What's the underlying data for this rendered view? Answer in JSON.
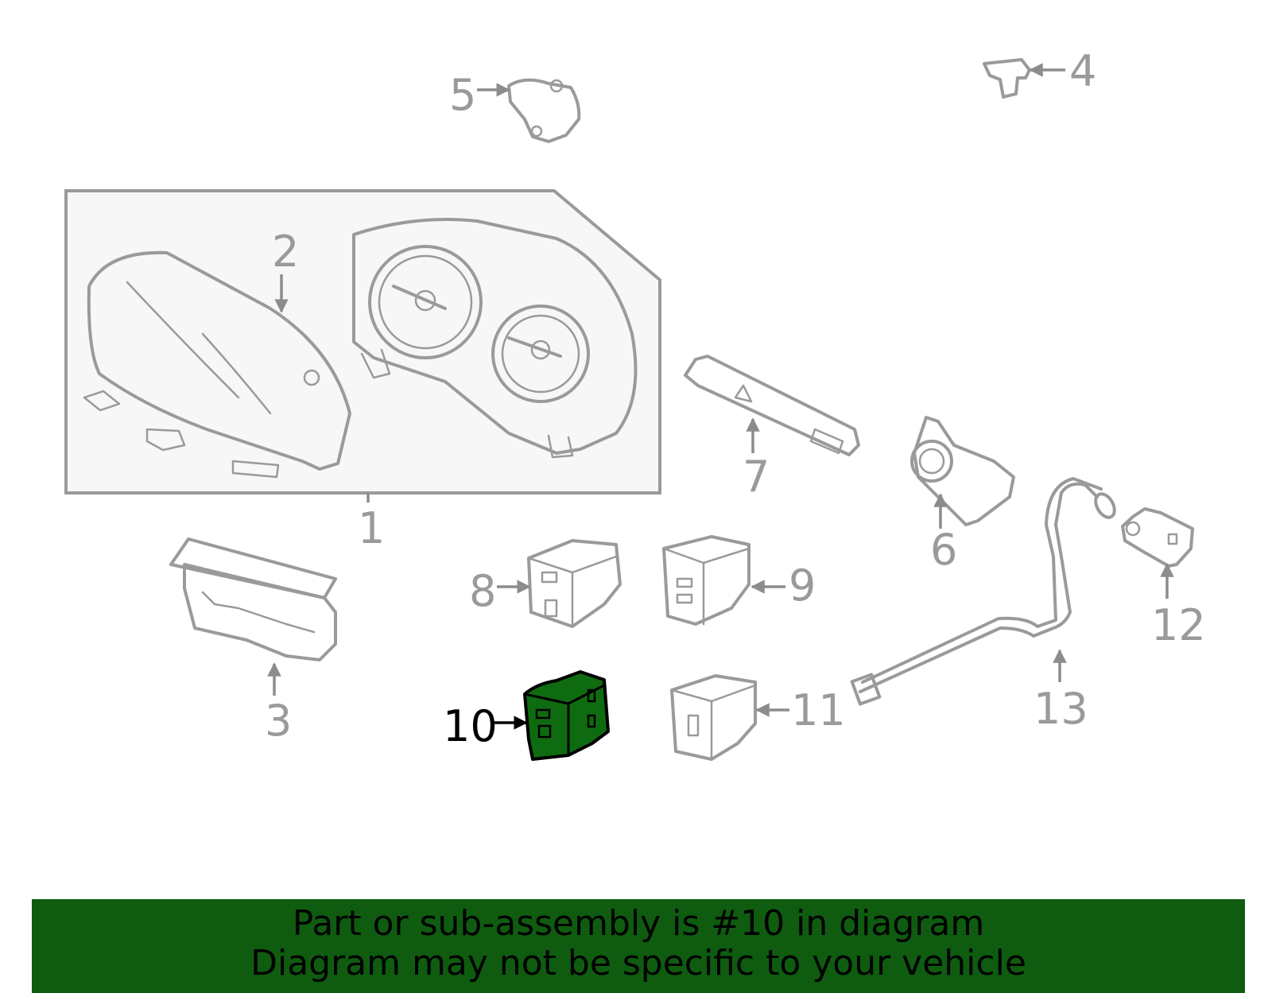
{
  "callouts": {
    "c1": "1",
    "c2": "2",
    "c3": "3",
    "c4": "4",
    "c5": "5",
    "c6": "6",
    "c7": "7",
    "c8": "8",
    "c9": "9",
    "c10": "10",
    "c11": "11",
    "c12": "12",
    "c13": "13"
  },
  "highlight": {
    "callout": "10",
    "color": "#0f6b10"
  },
  "banner": {
    "line1": "Part or sub-assembly is #10 in diagram",
    "line2": "Diagram may not be specific to your vehicle",
    "background": "#0f5c10"
  }
}
